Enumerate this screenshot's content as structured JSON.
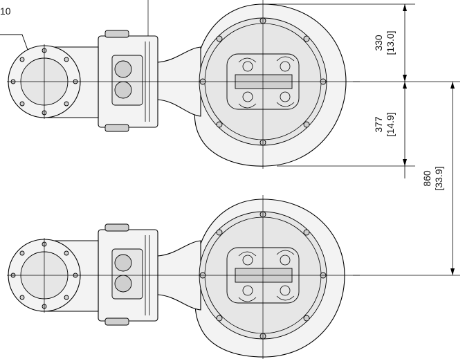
{
  "callout": {
    "label": "10"
  },
  "dimensions": {
    "d1": {
      "mm": "330",
      "inch": "[13.0]"
    },
    "d2": {
      "mm": "377",
      "inch": "[14.9]"
    },
    "d3": {
      "mm": "860",
      "inch": "[33.9]"
    }
  }
}
